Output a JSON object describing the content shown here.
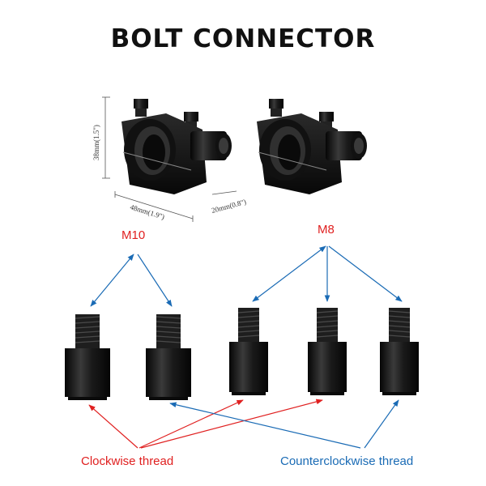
{
  "title": "BOLT CONNECTOR",
  "dimensions": {
    "height": "38mm(1.5\")",
    "width": "48mm(1.9\")",
    "depth": "20mm(0.8\")"
  },
  "labels": {
    "m10": "M10",
    "m8": "M8",
    "clockwise": "Clockwise thread",
    "counterclockwise": "Counterclockwise thread"
  },
  "colors": {
    "red": "#e02020",
    "blue": "#1a6bb5",
    "part": "#151515"
  }
}
